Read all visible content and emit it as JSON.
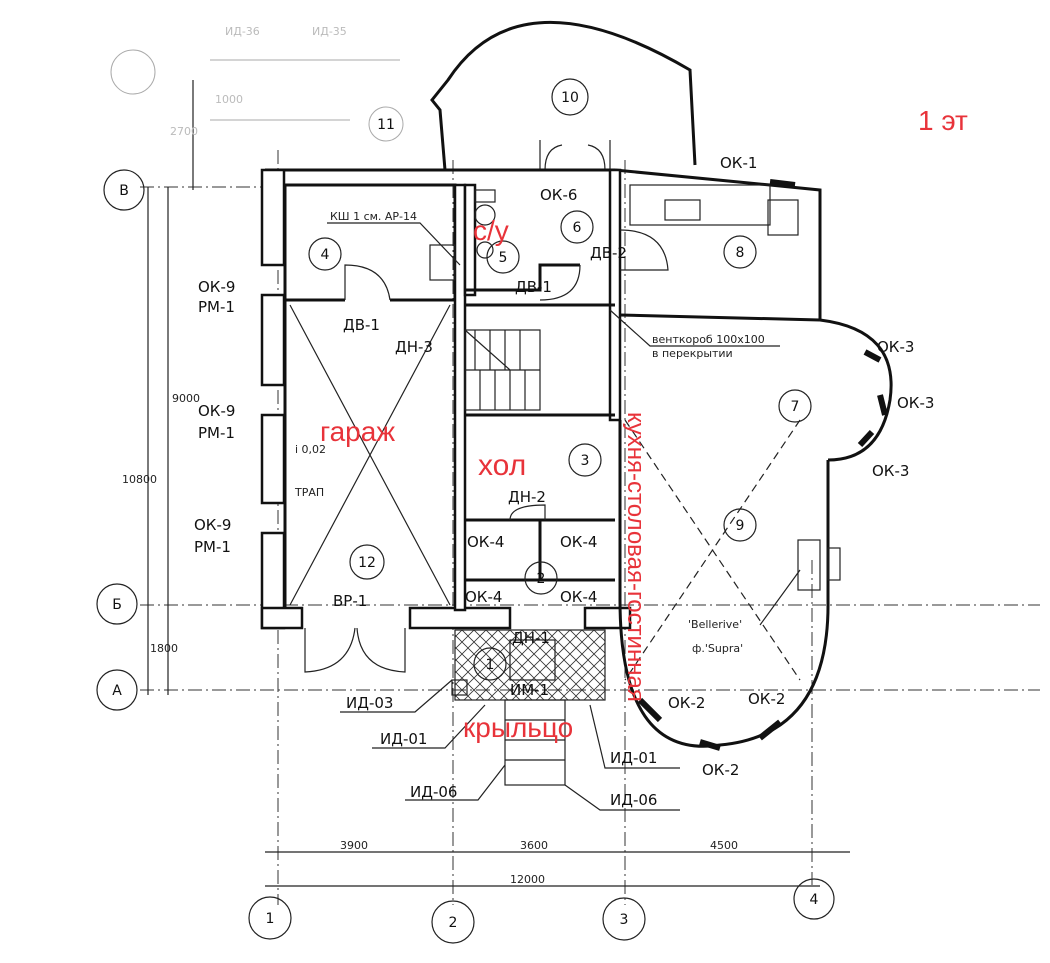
{
  "floor_label": "1 эт",
  "room_names": {
    "bathroom": "с/у",
    "garage": "гараж",
    "hall": "хол",
    "porch": "крыльцо",
    "kitchen_living": "кухня-столовая-гостинная"
  },
  "room_numbers": [
    "1",
    "2",
    "3",
    "4",
    "5",
    "6",
    "7",
    "8",
    "9",
    "10",
    "11",
    "12"
  ],
  "axes": {
    "vertical": [
      "1",
      "2",
      "3",
      "4"
    ],
    "horizontal": [
      "В",
      "Б",
      "А"
    ]
  },
  "dimensions": {
    "bottom": [
      "3900",
      "3600",
      "4500"
    ],
    "total_width": "12000",
    "left": [
      "9000",
      "10800",
      "1800"
    ],
    "top_left": [
      "2700",
      "1000"
    ]
  },
  "openings": {
    "ok9": "ОК-9",
    "rm1": "РМ-1",
    "ok1": "ОК-1",
    "ok6": "ОК-6",
    "ok3": "ОК-3",
    "ok2": "ОК-2",
    "ok4": "ОК-4",
    "dv1": "ДВ-1",
    "dv2": "ДВ-2",
    "dn3": "ДН-3",
    "dn2": "ДН-2",
    "dn1": "ДН-1",
    "vr1": "ВР-1",
    "im1": "ИМ-1"
  },
  "callouts": {
    "ksh": "КШ 1 см. АР-14",
    "vent1": "венткороб 100х100",
    "vent2": "в перекрытии",
    "trap": "ТРАП",
    "slope": "i 0,02",
    "id03": "ИД-03",
    "id01": "ИД-01",
    "id06": "ИД-06",
    "top_id_a": "ИД-36",
    "top_id_b": "ИД-35",
    "fireplace1": "'Bellerive'",
    "fireplace2": "ф.'Supra'"
  }
}
